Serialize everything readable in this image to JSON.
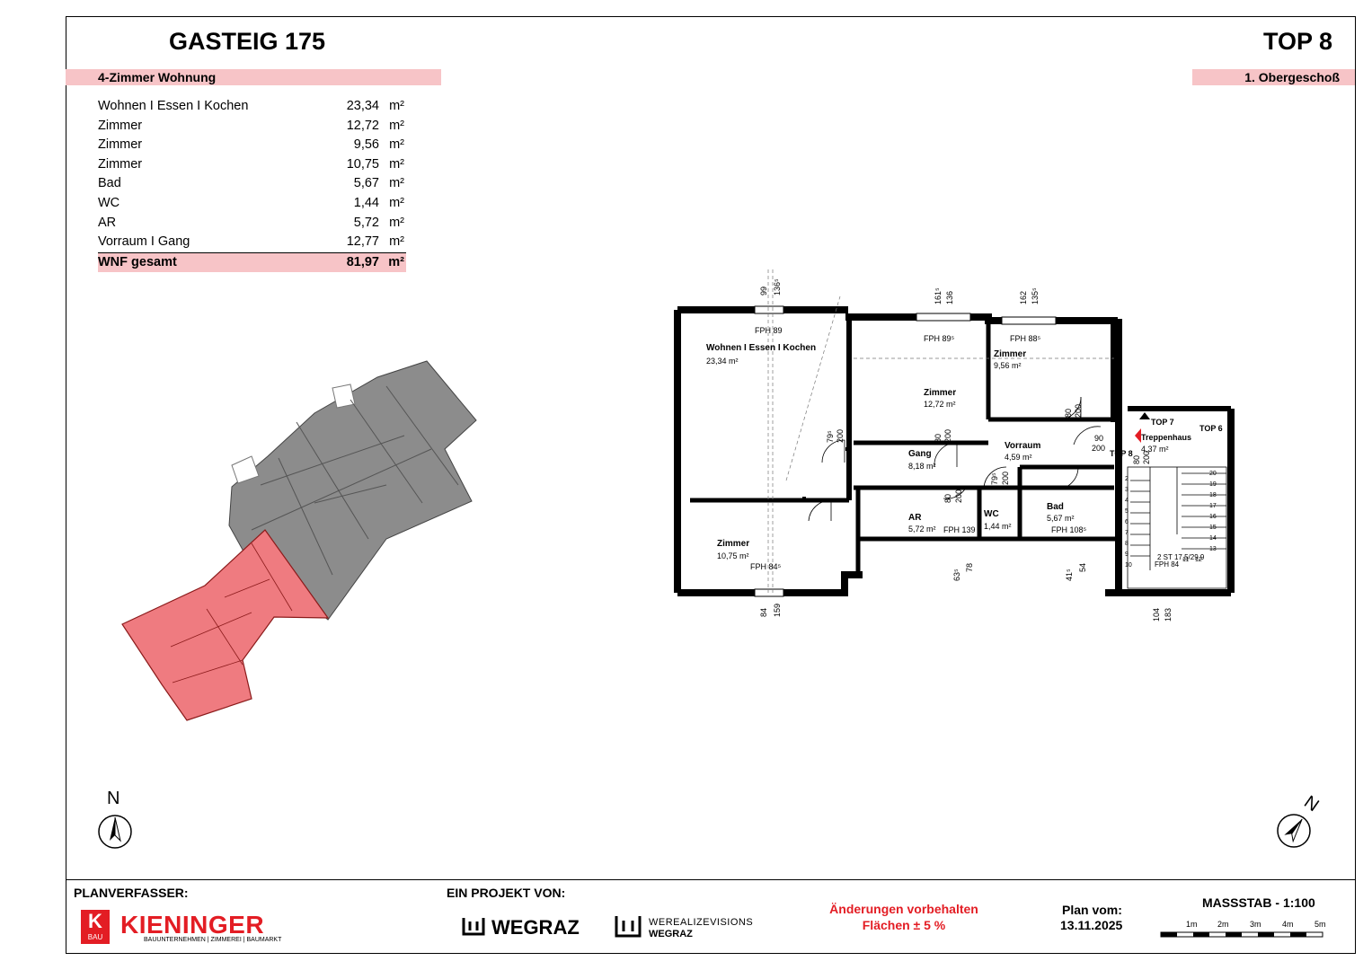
{
  "header": {
    "project": "GASTEIG 175",
    "unit": "TOP 8",
    "apartment_type": "4-Zimmer Wohnung",
    "floor": "1. Obergeschoß"
  },
  "rooms": [
    {
      "name": "Wohnen I Essen I Kochen",
      "area": "23,34",
      "unit": "m²"
    },
    {
      "name": "Zimmer",
      "area": "12,72",
      "unit": "m²"
    },
    {
      "name": "Zimmer",
      "area": "9,56",
      "unit": "m²"
    },
    {
      "name": "Zimmer",
      "area": "10,75",
      "unit": "m²"
    },
    {
      "name": "Bad",
      "area": "5,67",
      "unit": "m²"
    },
    {
      "name": "WC",
      "area": "1,44",
      "unit": "m²"
    },
    {
      "name": "AR",
      "area": "5,72",
      "unit": "m²"
    },
    {
      "name": "Vorraum I Gang",
      "area": "12,77",
      "unit": "m²"
    }
  ],
  "total": {
    "label": "WNF gesamt",
    "area": "81,97",
    "unit": "m²"
  },
  "plan": {
    "labels": {
      "wohnen": "Wohnen I Essen I Kochen",
      "wohnen_area": "23,34 m²",
      "zimmer1": "Zimmer",
      "zimmer1_area": "12,72 m²",
      "zimmer2": "Zimmer",
      "zimmer2_area": "9,56 m²",
      "zimmer3": "Zimmer",
      "zimmer3_area": "10,75 m²",
      "gang": "Gang",
      "gang_area": "8,18 m²",
      "vorraum": "Vorraum",
      "vorraum_area": "4,59 m²",
      "ar": "AR",
      "ar_area": "5,72 m²",
      "wc": "WC",
      "wc_area": "1,44 m²",
      "bad": "Bad",
      "bad_area": "5,67 m²",
      "treppenhaus": "Treppenhaus",
      "treppenhaus_area": "4,37 m²",
      "top7": "TOP 7",
      "top6": "TOP 6",
      "top8": "TOP 8",
      "fph89": "FPH 89",
      "fph895": "FPH 89⁵",
      "fph885": "FPH 88⁵",
      "fph845": "FPH 84⁵",
      "fph139": "FPH 139",
      "fph1085": "FPH 108⁵",
      "fph84": "FPH 84",
      "stairs": "2 ST 17,5/29,9"
    },
    "dimensions": [
      "99",
      "136⁵",
      "161⁵",
      "136",
      "162",
      "135⁵",
      "79⁵",
      "200",
      "80",
      "200",
      "80",
      "200",
      "90",
      "200",
      "80",
      "200",
      "80",
      "200",
      "79⁵",
      "200",
      "84",
      "159",
      "63⁵",
      "78",
      "41⁵",
      "54",
      "104",
      "183"
    ],
    "stair_steps": [
      "20",
      "19",
      "18",
      "17",
      "16",
      "15",
      "14",
      "13",
      "12",
      "11",
      "2",
      "3",
      "4",
      "5",
      "6",
      "7",
      "8",
      "9",
      "10"
    ]
  },
  "north_label": "N",
  "footer": {
    "planverfasser_label": "PLANVERFASSER:",
    "kieninger_logo": "KIENINGER",
    "kieninger_sub": "BAUUNTERNEHMEN | ZIMMEREI | BAUMARKT",
    "kieninger_badge": "BAU",
    "projekt_label": "EIN PROJEKT VON:",
    "wegraz_logo": "WEGRAZ",
    "werealize_line1": "WEREALIZEVISIONS",
    "werealize_line2": "WEGRAZ",
    "note_line1": "Änderungen vorbehalten",
    "note_line2": "Flächen ± 5 %",
    "plan_vom_label": "Plan vom:",
    "plan_date": "13.11.2025",
    "scale_label": "MASSSTAB - 1:100",
    "scale_ticks": [
      "1m",
      "2m",
      "3m",
      "4m",
      "5m"
    ]
  },
  "colors": {
    "accent_pink": "#f7c4c7",
    "highlight_red": "#ef7b80",
    "note_red": "#e31d24",
    "building_gray": "#8c8c8c"
  }
}
